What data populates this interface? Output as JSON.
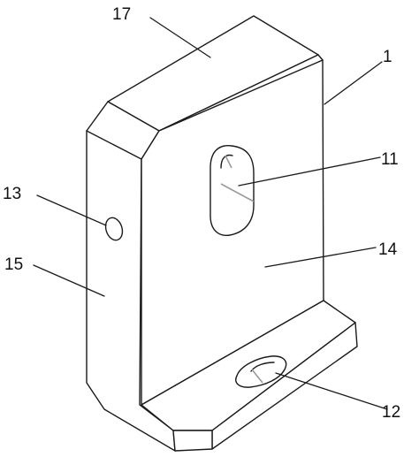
{
  "diagram": {
    "callouts": [
      {
        "id": "17",
        "label": "17"
      },
      {
        "id": "1",
        "label": "1"
      },
      {
        "id": "11",
        "label": "11"
      },
      {
        "id": "13",
        "label": "13"
      },
      {
        "id": "15",
        "label": "15"
      },
      {
        "id": "14",
        "label": "14"
      },
      {
        "id": "12",
        "label": "12"
      }
    ]
  }
}
